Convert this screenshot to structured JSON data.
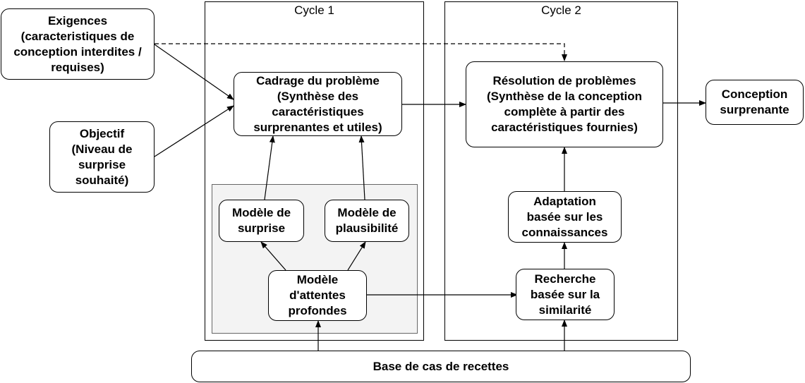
{
  "cycle1": {
    "title": "Cycle 1"
  },
  "cycle2": {
    "title": "Cycle 2"
  },
  "exigences": {
    "text": "Exigences\n(caracteristiques de\nconception interdites /\nrequises)"
  },
  "objectif": {
    "text": "Objectif\n(Niveau de\nsurprise\nsouhaité)"
  },
  "cadrage": {
    "text": "Cadrage du problème\n(Synthèse des\ncaractéristiques\nsurprenantes et utiles)"
  },
  "modele_surprise": {
    "text": "Modèle de\nsurprise"
  },
  "modele_plausibilite": {
    "text": "Modèle de\nplausibilité"
  },
  "modele_attentes": {
    "text": "Modèle\nd'attentes\nprofondes"
  },
  "resolution": {
    "text": "Résolution de problèmes\n(Synthèse de la conception\ncomplète à partir des\ncaractéristiques fournies)"
  },
  "adaptation": {
    "text": "Adaptation\nbasée sur les\nconnaissances"
  },
  "recherche": {
    "text": "Recherche\nbasée sur la\nsimilarité"
  },
  "conception": {
    "text": "Conception\nsurprenante"
  },
  "base": {
    "text": "Base de cas de recettes"
  }
}
